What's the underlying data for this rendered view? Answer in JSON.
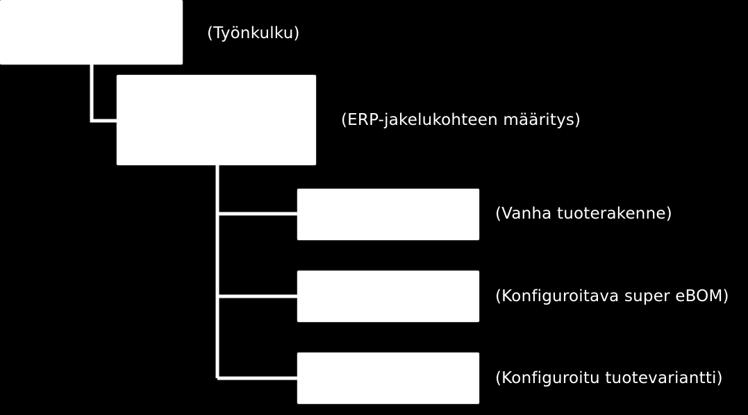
{
  "diagram": {
    "nodes": [
      {
        "id": "workflow",
        "label": "(Työnkulku)"
      },
      {
        "id": "erp-target",
        "label": "(ERP-jakelukohteen määritys)"
      },
      {
        "id": "old-structure",
        "label": "(Vanha tuoterakenne)"
      },
      {
        "id": "super-ebom",
        "label": "(Konfiguroitava super eBOM)"
      },
      {
        "id": "variant",
        "label": "(Konfiguroitu tuotevariantti)"
      }
    ],
    "edges": [
      {
        "from": "workflow",
        "to": "erp-target"
      },
      {
        "from": "erp-target",
        "to": "old-structure"
      },
      {
        "from": "erp-target",
        "to": "super-ebom"
      },
      {
        "from": "erp-target",
        "to": "variant"
      }
    ],
    "colors": {
      "background": "#000000",
      "box": "#ffffff",
      "connector": "#ffffff",
      "text": "#ffffff"
    }
  }
}
